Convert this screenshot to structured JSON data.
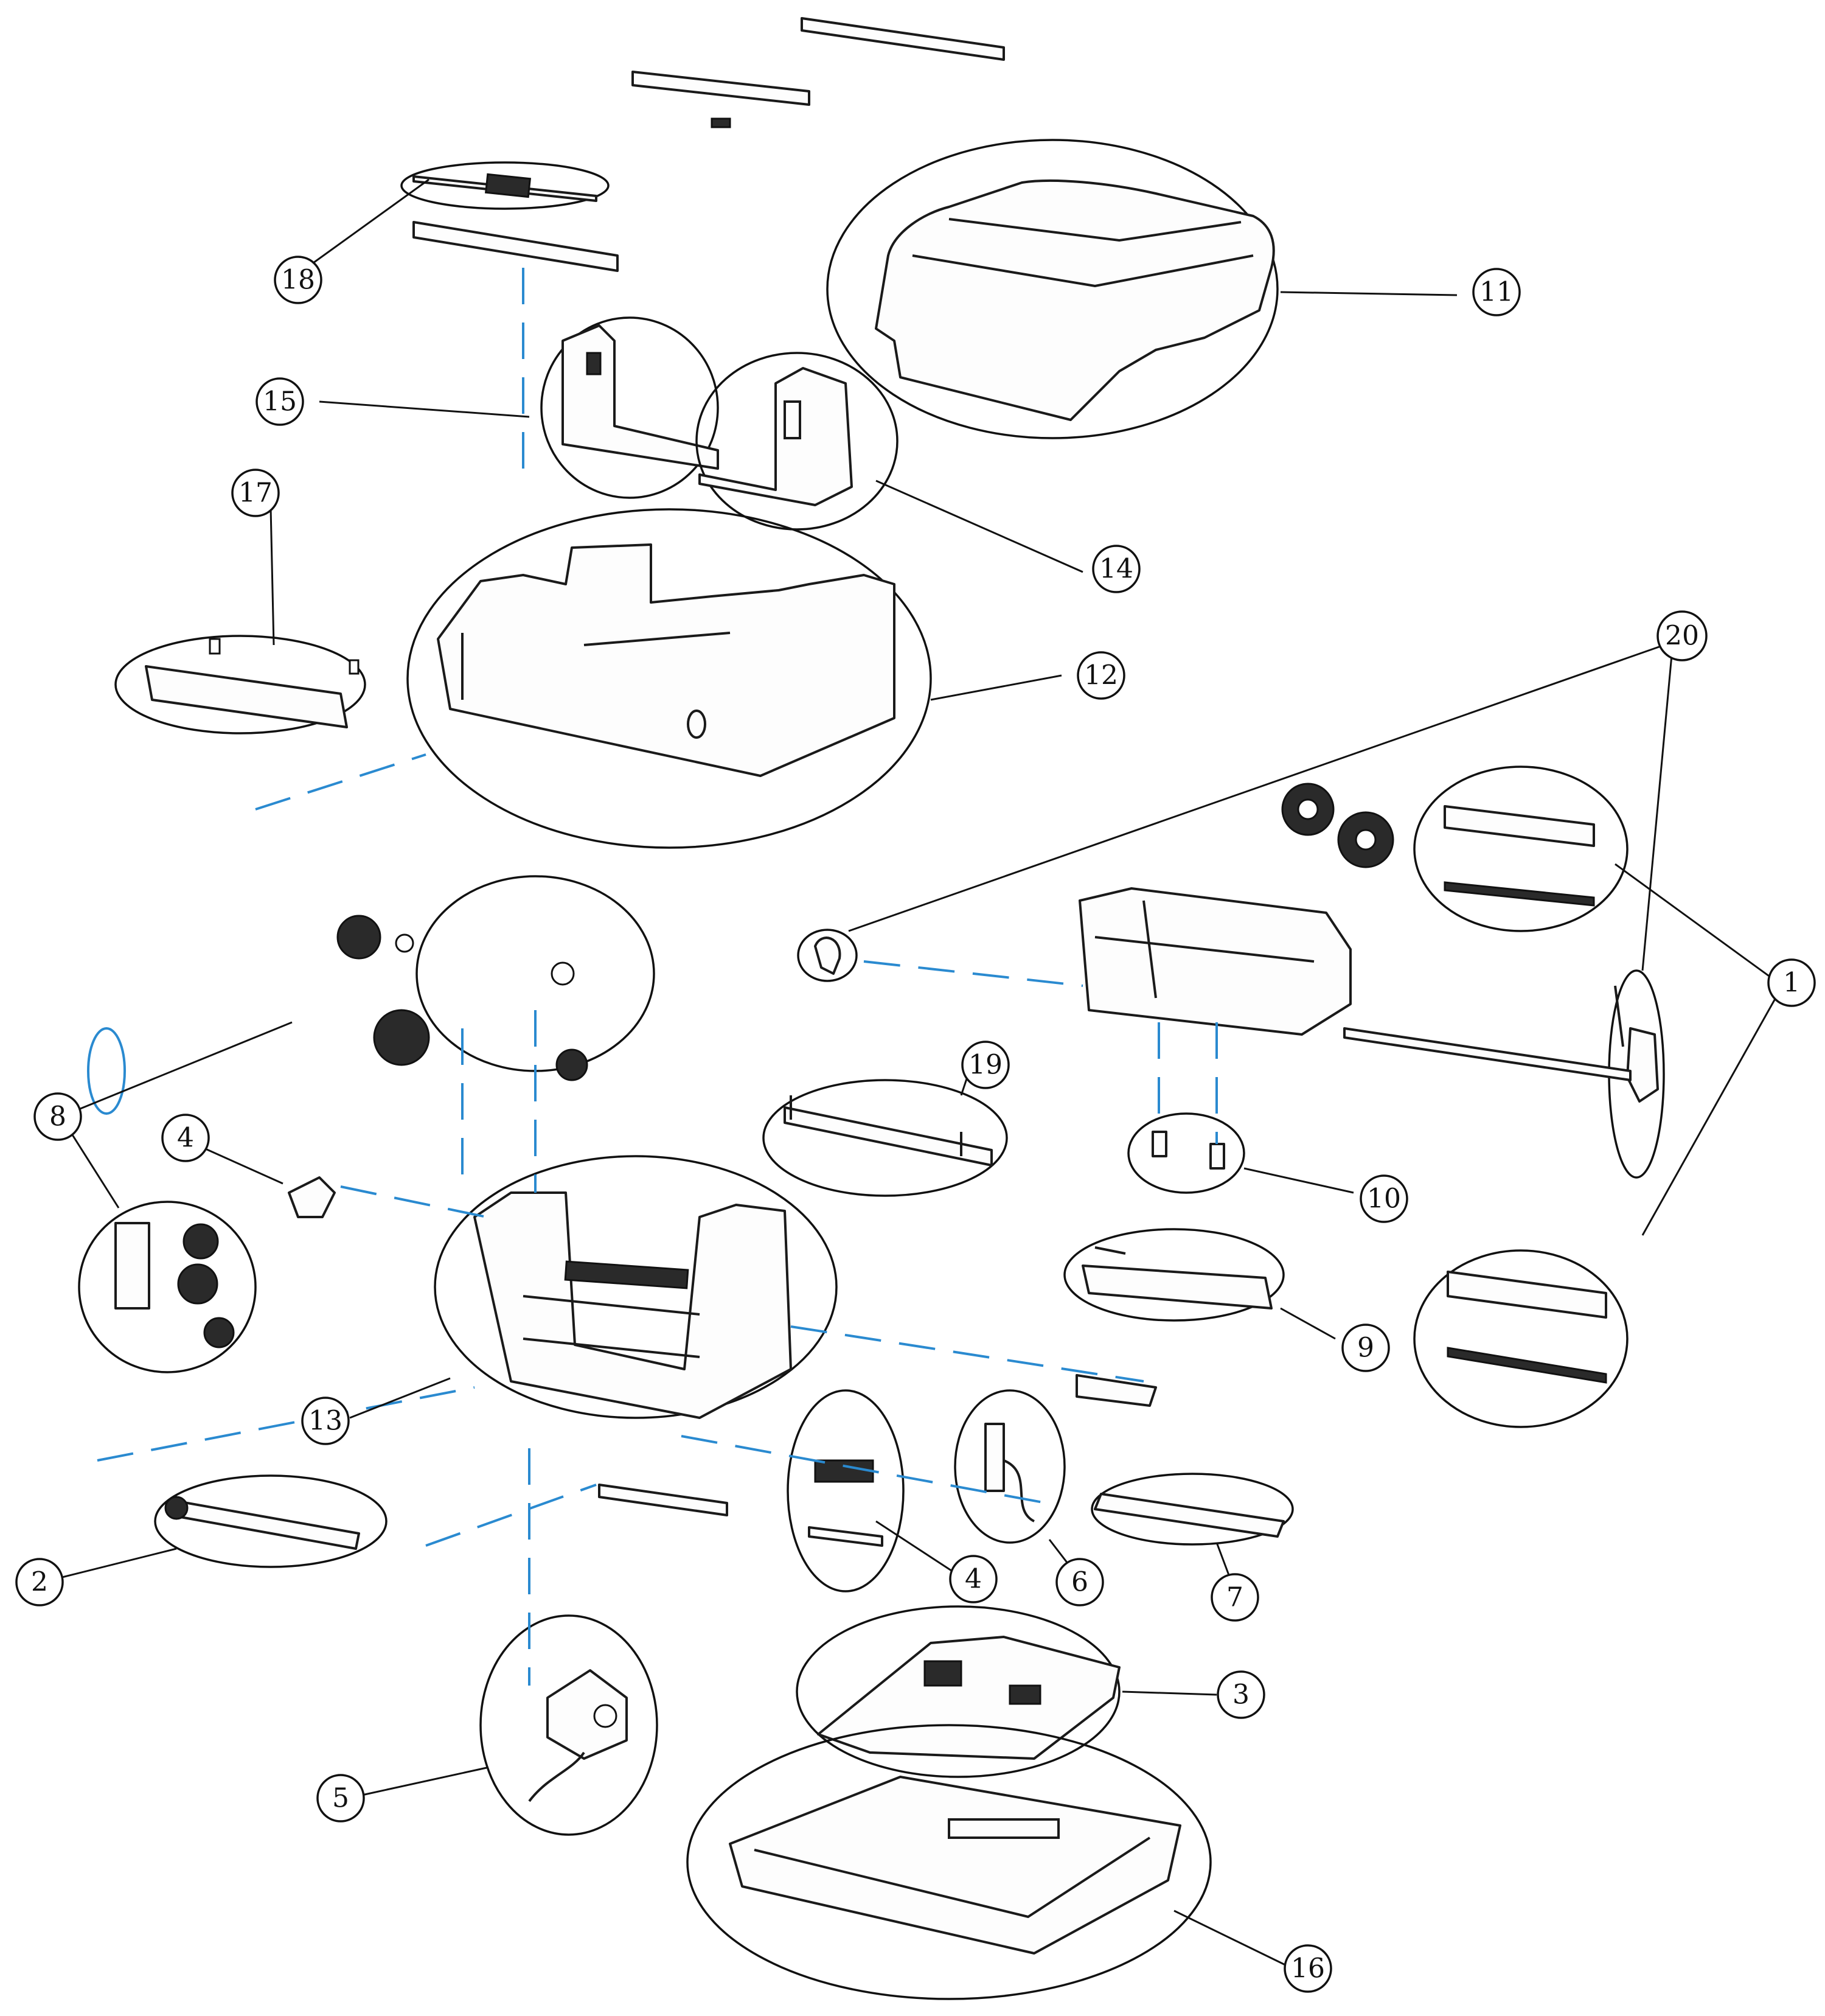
{
  "callouts": [
    {
      "id": "c1",
      "label": "1"
    },
    {
      "id": "c2",
      "label": "2"
    },
    {
      "id": "c3",
      "label": "3"
    },
    {
      "id": "c4a",
      "label": "4"
    },
    {
      "id": "c4b",
      "label": "4"
    },
    {
      "id": "c5",
      "label": "5"
    },
    {
      "id": "c6",
      "label": "6"
    },
    {
      "id": "c7",
      "label": "7"
    },
    {
      "id": "c8",
      "label": "8"
    },
    {
      "id": "c9",
      "label": "9"
    },
    {
      "id": "c10",
      "label": "10"
    },
    {
      "id": "c11",
      "label": "11"
    },
    {
      "id": "c12",
      "label": "12"
    },
    {
      "id": "c13",
      "label": "13"
    },
    {
      "id": "c14",
      "label": "14"
    },
    {
      "id": "c15",
      "label": "15"
    },
    {
      "id": "c16",
      "label": "16"
    },
    {
      "id": "c17",
      "label": "17"
    },
    {
      "id": "c18",
      "label": "18"
    },
    {
      "id": "c19",
      "label": "19"
    },
    {
      "id": "c20",
      "label": "20"
    }
  ],
  "colors": {
    "line": "#1a1a1a",
    "assembly_guide": "#2a8ad0",
    "background": "#ffffff"
  }
}
